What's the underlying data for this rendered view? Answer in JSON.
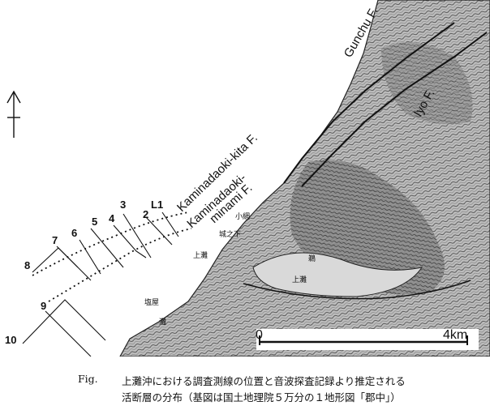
{
  "caption": {
    "fig_label": "Fig.",
    "line1": "上灘沖における調査測線の位置と音波探査記録より推定される",
    "line2": "活断層の分布（基図は国土地理院５万分の１地形図「郡中」）"
  },
  "faults": [
    {
      "id": "gunchu",
      "label": "Gunchu F."
    },
    {
      "id": "iyo",
      "label": "Iyo F."
    },
    {
      "id": "kaminadaoki-kita",
      "label": "Kaminadaoki-kita F."
    },
    {
      "id": "kaminadaoki-minami",
      "label": "Kaminadaoki-minami F.",
      "label_line1": "Kaminadaoki-",
      "label_line2": "minami F."
    }
  ],
  "survey_lines": [
    "L1",
    "2",
    "3",
    "4",
    "5",
    "6",
    "7",
    "8",
    "9",
    "10"
  ],
  "scale_bar": {
    "start": "0",
    "end": "4km"
  },
  "place_labels": [
    "小網",
    "城之下",
    "上灘",
    "鵜",
    "上灘",
    "塩屋",
    "灘"
  ],
  "north_arrow": "north",
  "colors": {
    "ink": "#111111",
    "land": "#b9b9b9",
    "sea": "#ffffff"
  }
}
